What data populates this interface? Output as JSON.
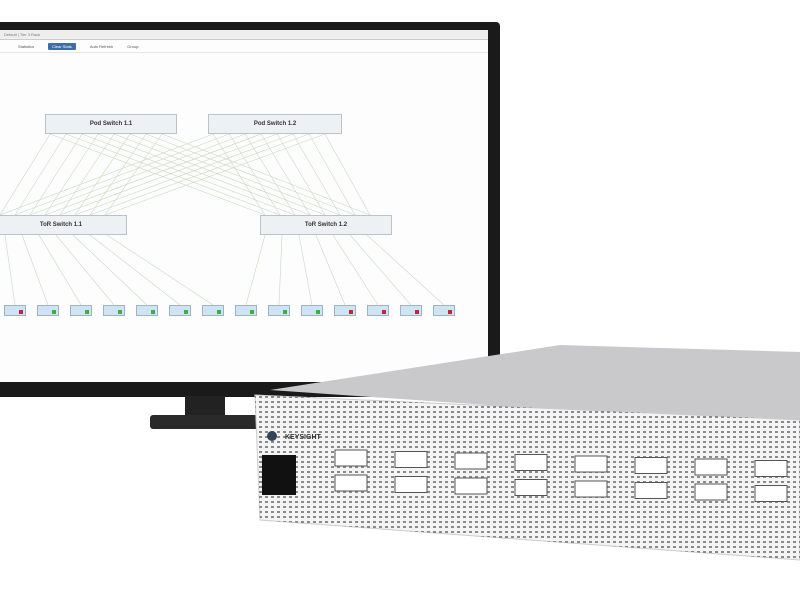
{
  "screen": {
    "title_bar": "Default | Tier 3 Rack",
    "toolbar": {
      "statistics_label": "Statistics",
      "apply_button": "Clear Stats",
      "auto_refresh_label": "Auto Refresh",
      "group_label": "Group:"
    },
    "pod_switches": [
      "Pod Switch 1.1",
      "Pod Switch 1.2"
    ],
    "tor_switches": [
      "ToR Switch 1.1",
      "ToR Switch 1.2"
    ],
    "hosts": [
      {
        "status": "red"
      },
      {
        "status": "green"
      },
      {
        "status": "green"
      },
      {
        "status": "green"
      },
      {
        "status": "green"
      },
      {
        "status": "green"
      },
      {
        "status": "green"
      },
      {
        "status": "green"
      },
      {
        "status": "green"
      },
      {
        "status": "green"
      },
      {
        "status": "red"
      },
      {
        "status": "red"
      },
      {
        "status": "red"
      },
      {
        "status": "red"
      }
    ],
    "colors": {
      "green": "#3cb043",
      "red": "#c0283a",
      "link": "#c9d8c0"
    }
  },
  "device": {
    "brand": "KEYSIGHT"
  }
}
